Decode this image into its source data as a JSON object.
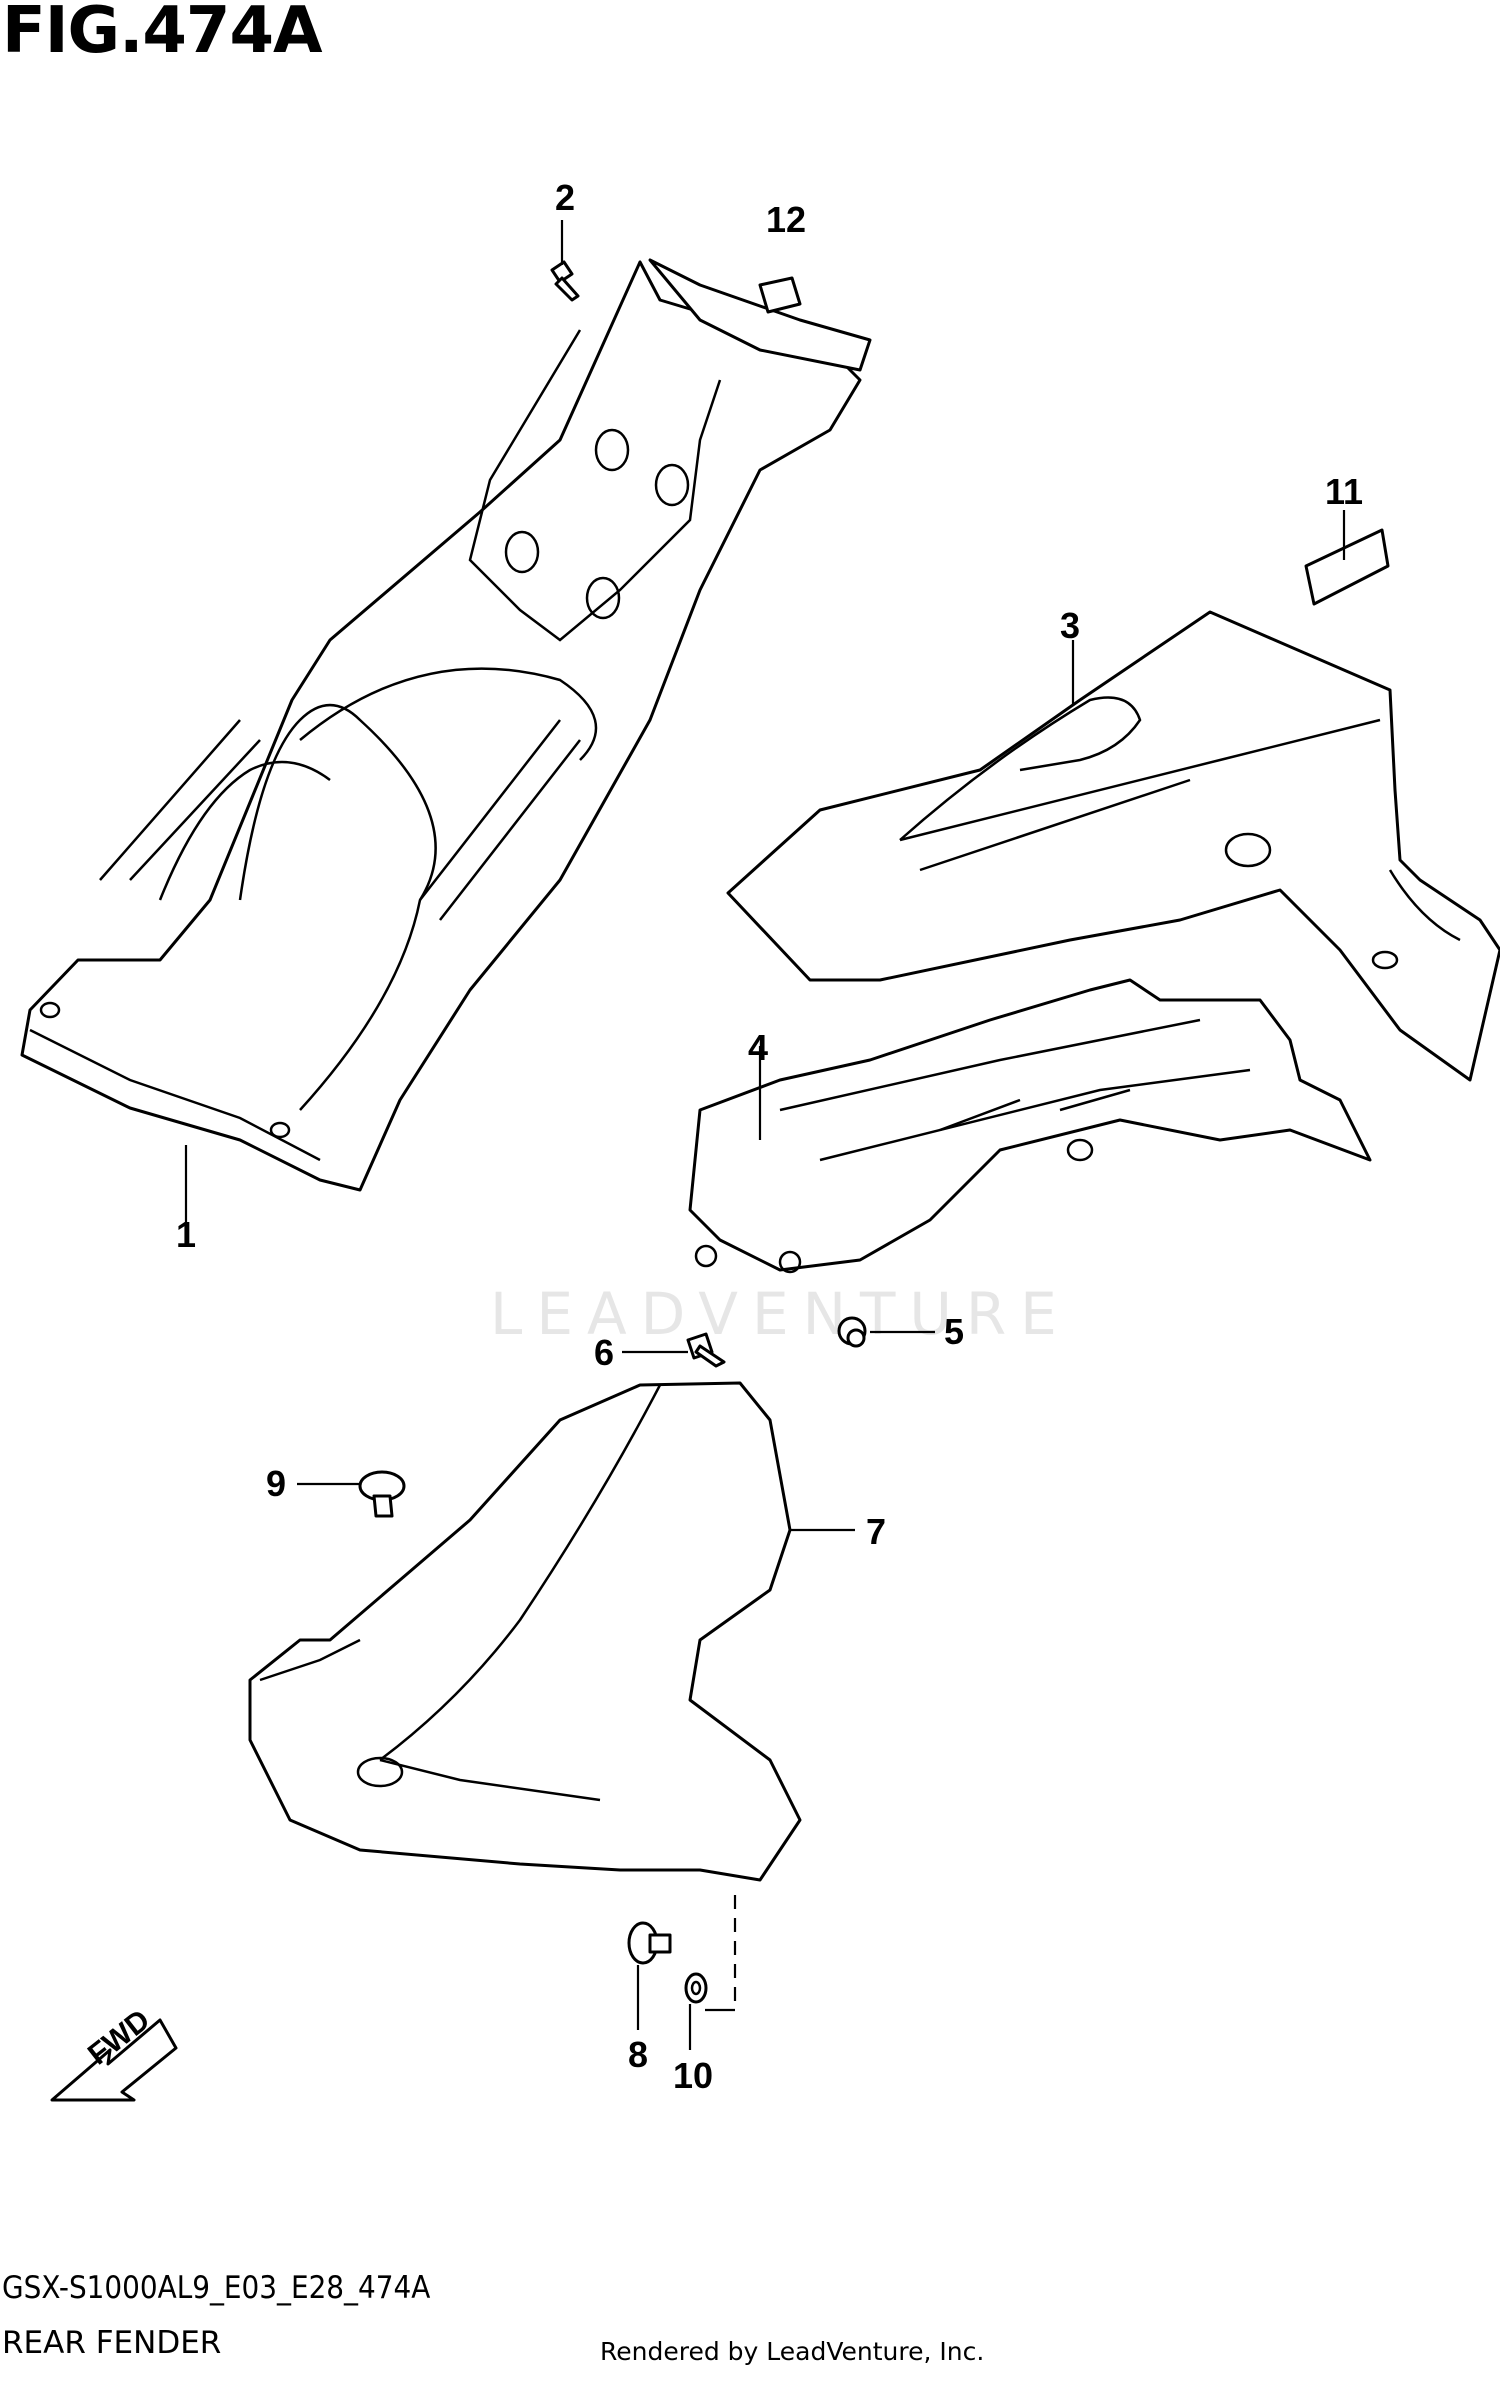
{
  "figure": {
    "title": "FIG.474A",
    "model_code": "GSX-S1000AL9_E03_E28_474A",
    "group_name": "REAR FENDER",
    "rendered_by": "Rendered by LeadVenture, Inc.",
    "watermark": "LEADVENTURE"
  },
  "fwd_label": "FWD",
  "callouts": [
    {
      "id": "1",
      "label": "1"
    },
    {
      "id": "2",
      "label": "2"
    },
    {
      "id": "3",
      "label": "3"
    },
    {
      "id": "4",
      "label": "4"
    },
    {
      "id": "5",
      "label": "5"
    },
    {
      "id": "6",
      "label": "6"
    },
    {
      "id": "7",
      "label": "7"
    },
    {
      "id": "8",
      "label": "8"
    },
    {
      "id": "9",
      "label": "9"
    },
    {
      "id": "10",
      "label": "10"
    },
    {
      "id": "11",
      "label": "11"
    },
    {
      "id": "12",
      "label": "12"
    }
  ]
}
